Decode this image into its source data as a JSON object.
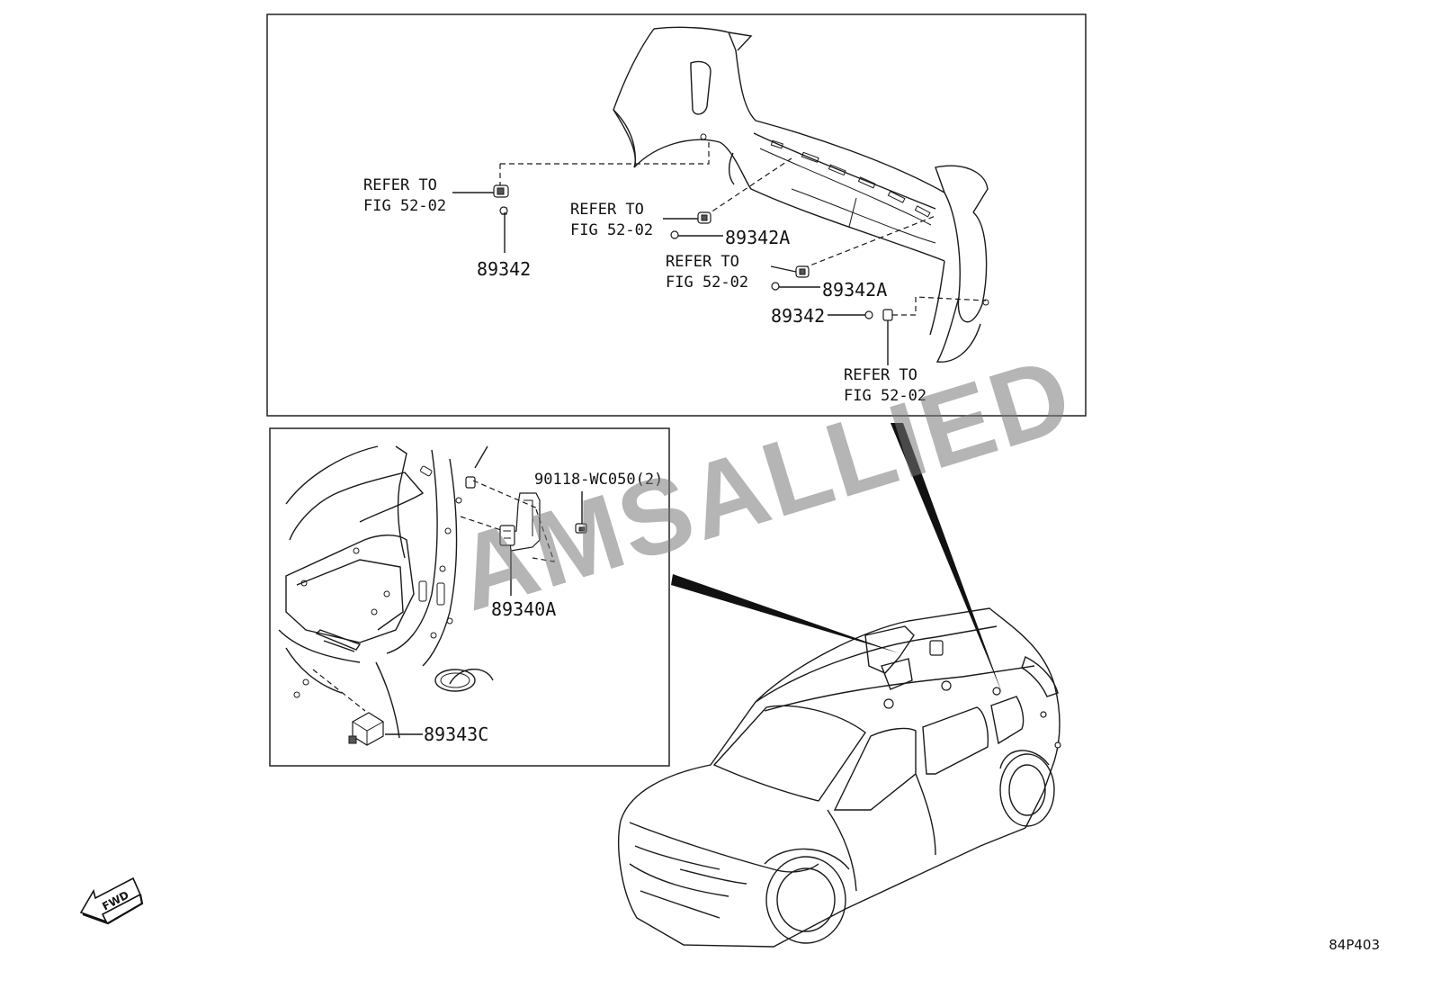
{
  "callouts": {
    "top_left_refer": [
      "REFER TO",
      "FIG 52-02"
    ],
    "top_left_part": "89342",
    "mid_refer_1": [
      "REFER TO",
      "FIG 52-02"
    ],
    "mid_part_1": "89342A",
    "mid_refer_2": [
      "REFER TO",
      "FIG 52-02"
    ],
    "mid_part_2": "89342A",
    "right_part": "89342",
    "bottom_refer": [
      "REFER TO",
      "FIG 52-02"
    ],
    "inset_bolt": "90118-WC050(2)",
    "inset_bracket": "89340A",
    "inset_sensor": "89343C"
  },
  "fwd_label": "FWD",
  "watermark": "AMSALLIED",
  "diagram_code": "84P403"
}
